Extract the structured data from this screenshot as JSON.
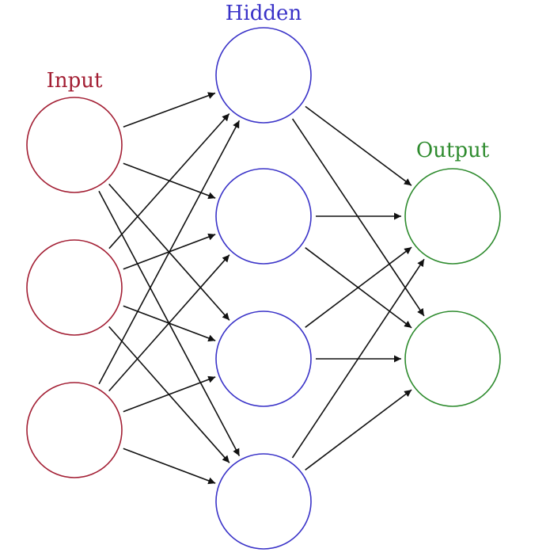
{
  "diagram": {
    "layers": [
      {
        "key": "input",
        "label": "Input",
        "color": "#a31f34",
        "node_count": 3
      },
      {
        "key": "hidden",
        "label": "Hidden",
        "color": "#3a33c8",
        "node_count": 4
      },
      {
        "key": "output",
        "label": "Output",
        "color": "#2e8b2e",
        "node_count": 2
      }
    ],
    "connectivity": "fully-connected",
    "edge_color": "#111111",
    "background": "#ffffff"
  }
}
